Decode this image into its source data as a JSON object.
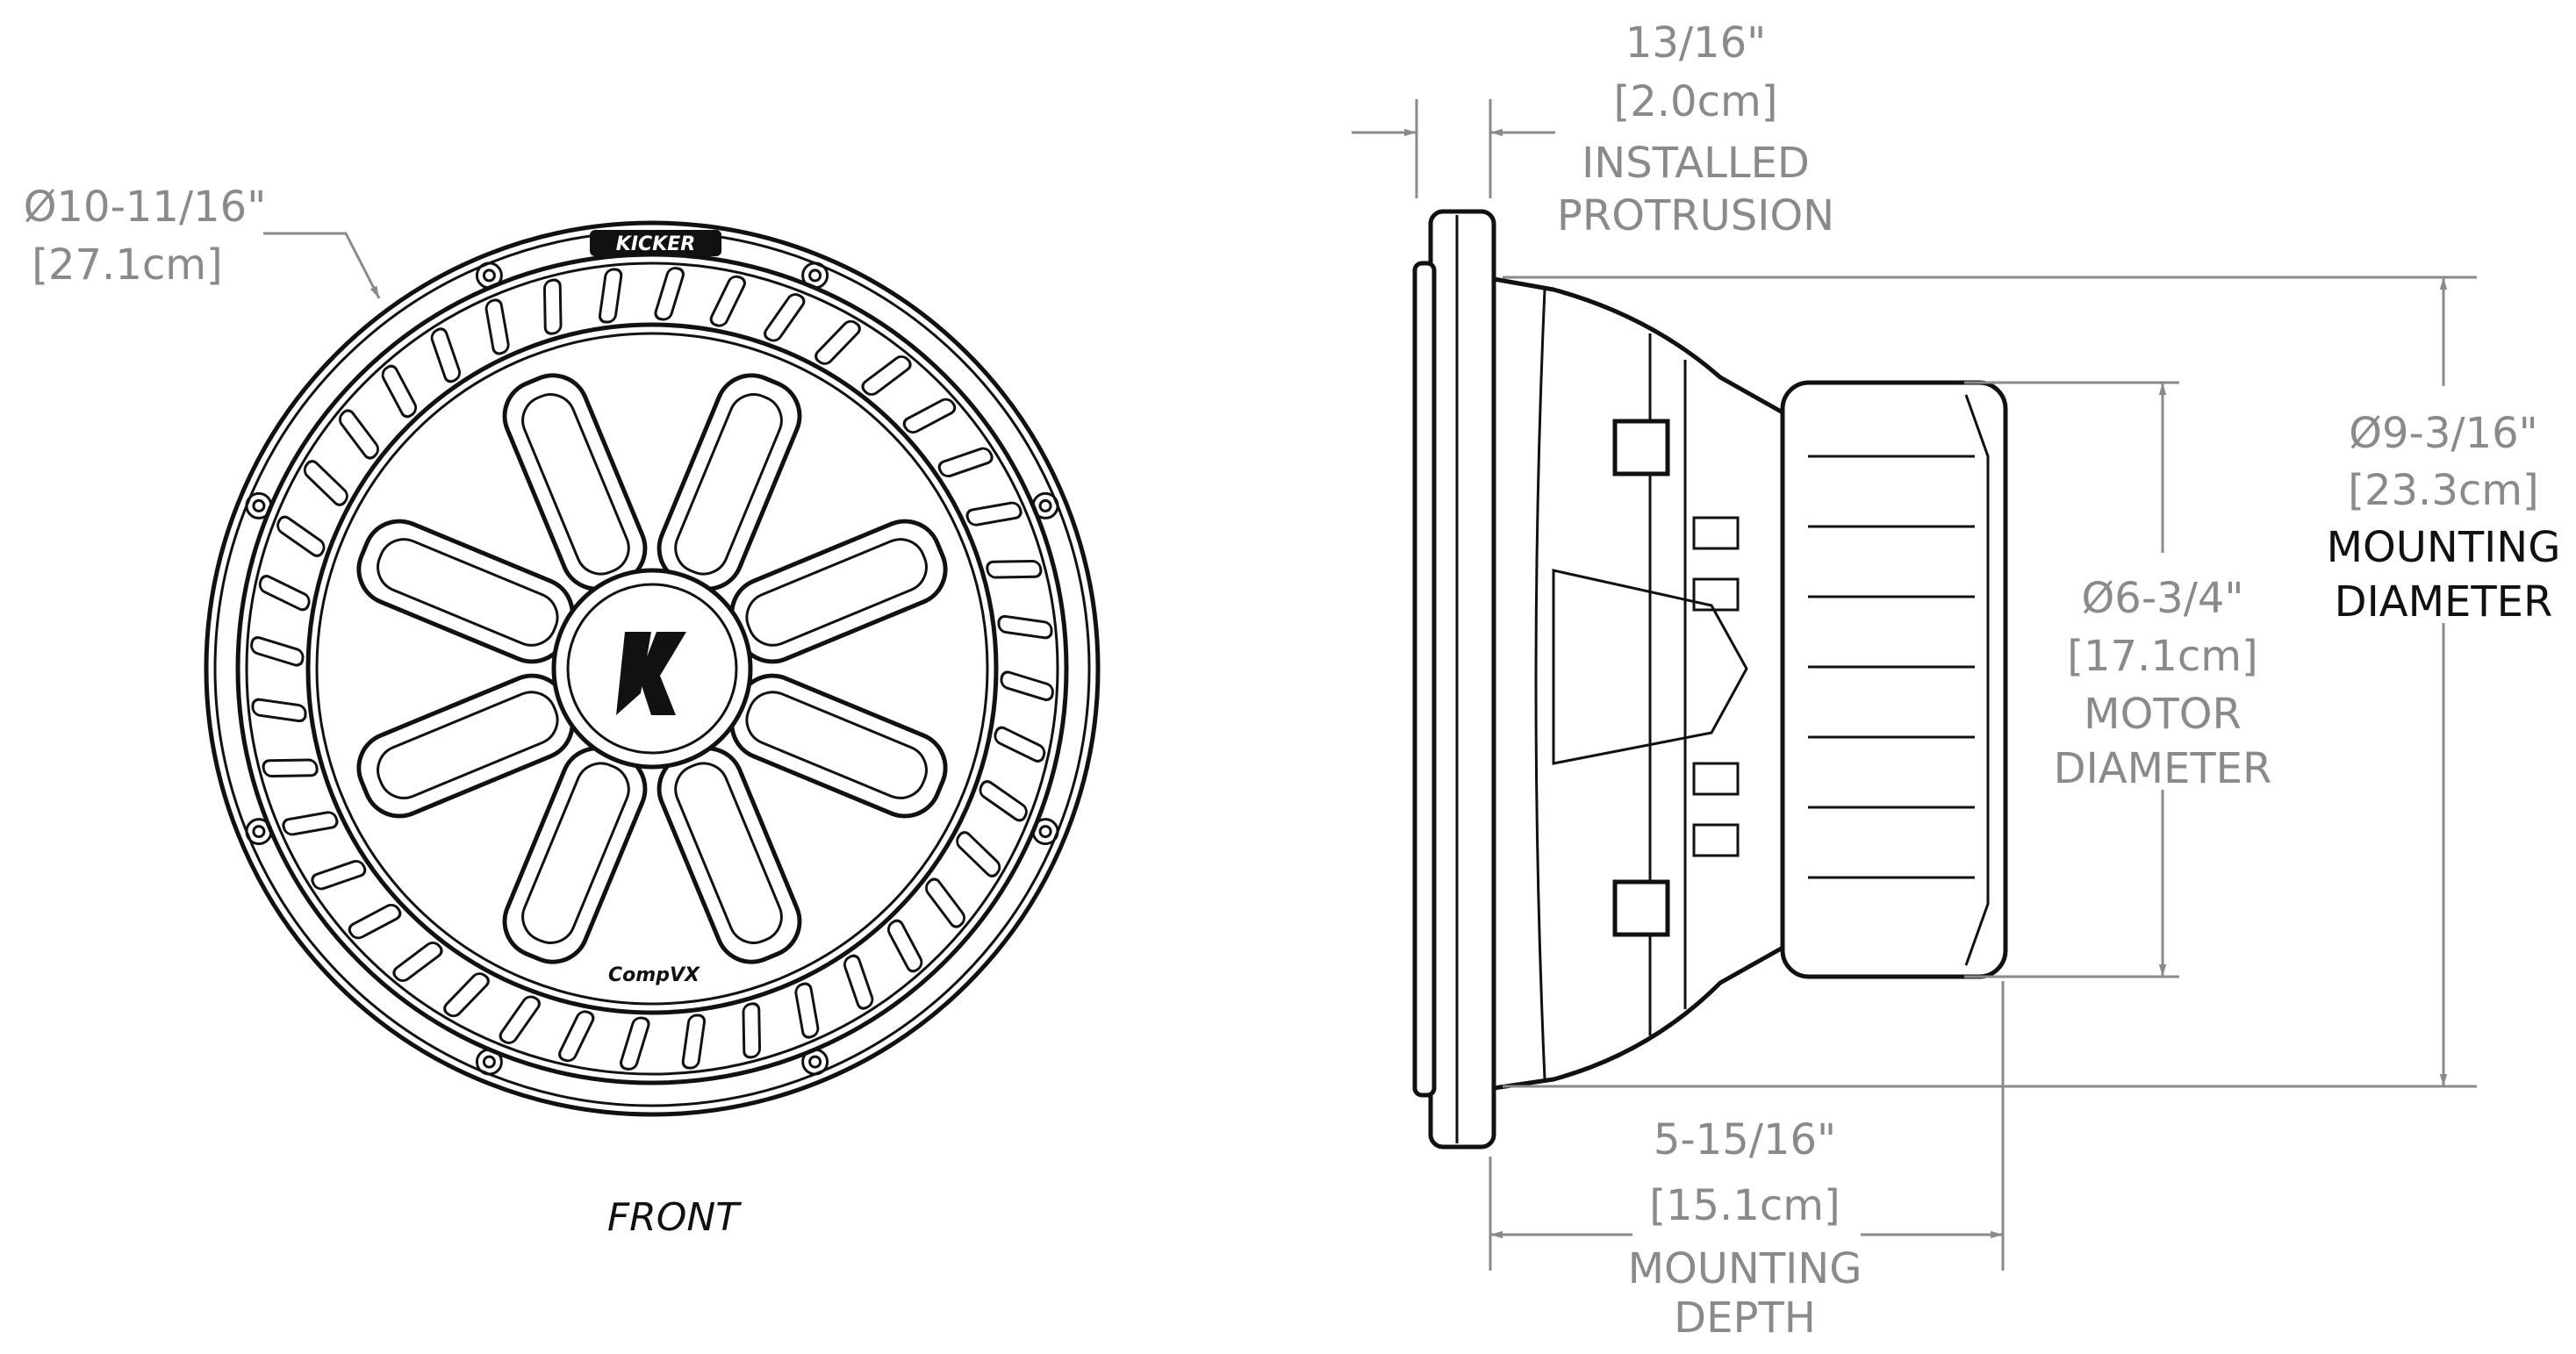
{
  "front_view": {
    "outer_diameter": {
      "value": "Ø10-11/16\"",
      "metric": "[27.1cm]"
    },
    "caption": "FRONT",
    "logo_text": "KICKER",
    "model_logo_text": "CompVX"
  },
  "side_view": {
    "installed_protrusion": {
      "value": "13/16\"",
      "metric": "[2.0cm]",
      "label_line1": "INSTALLED",
      "label_line2": "PROTRUSION"
    },
    "mounting_diameter": {
      "value": "Ø9-3/16\"",
      "metric": "[23.3cm]",
      "label_line1": "MOUNTING",
      "label_line2": "DIAMETER"
    },
    "motor_diameter": {
      "value": "Ø6-3/4\"",
      "metric": "[17.1cm]",
      "label_line1": "MOTOR",
      "label_line2": "DIAMETER"
    },
    "mounting_depth": {
      "value": "5-15/16\"",
      "metric": "[15.1cm]",
      "label_line1": "MOUNTING",
      "label_line2": "DEPTH"
    }
  },
  "colors": {
    "dimension": "#8a8a8a",
    "linework": "#111111"
  }
}
